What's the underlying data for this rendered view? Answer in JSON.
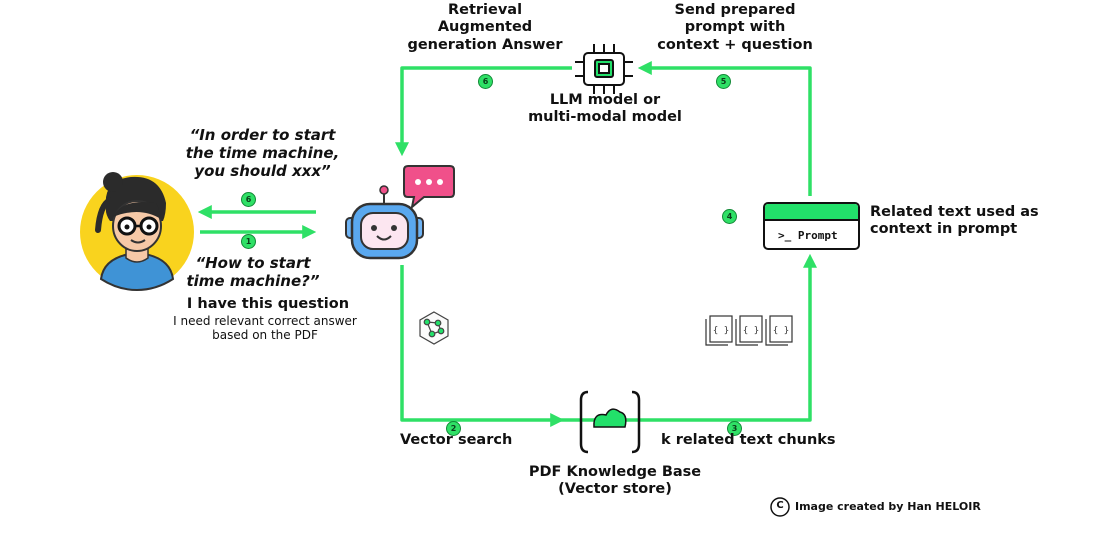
{
  "steps": {
    "retrieval_answer": "Retrieval\nAugmented\ngeneration Answer",
    "send_prompt": "Send prepared\nprompt with\ncontext + question",
    "llm": "LLM model or\nmulti-modal model",
    "related_text": "Related text used as\ncontext in prompt",
    "vector_search": "Vector search",
    "k_chunks": "k related text chunks",
    "knowledge_base": "PDF Knowledge Base\n(Vector store)"
  },
  "user": {
    "answer_quote": "“In order to start\nthe time machine,\nyou should xxx”",
    "question_quote": "“How to start\ntime machine?”",
    "question_title": "I have this question",
    "question_subtitle": "I need relevant correct answer\nbased on the PDF"
  },
  "prompt_box": {
    "label": ">_ Prompt"
  },
  "badges": {
    "b6_top": "6",
    "b5": "5",
    "b6_left": "6",
    "b1": "1",
    "b4": "4",
    "b2": "2",
    "b3": "3"
  },
  "credit": {
    "symbol": "C",
    "text": "Image created by Han HELOIR"
  },
  "colors": {
    "accent": "#2fe066",
    "robot_body": "#5aa8ef",
    "chat_bubble": "#f0508a",
    "user_bg": "#f9d31e"
  },
  "icons": [
    "chip-icon",
    "robot-icon",
    "chat-bubble-icon",
    "user-avatar-icon",
    "vector-graph-icon",
    "document-icon",
    "cloud-database-icon",
    "terminal-icon",
    "copyright-icon"
  ]
}
